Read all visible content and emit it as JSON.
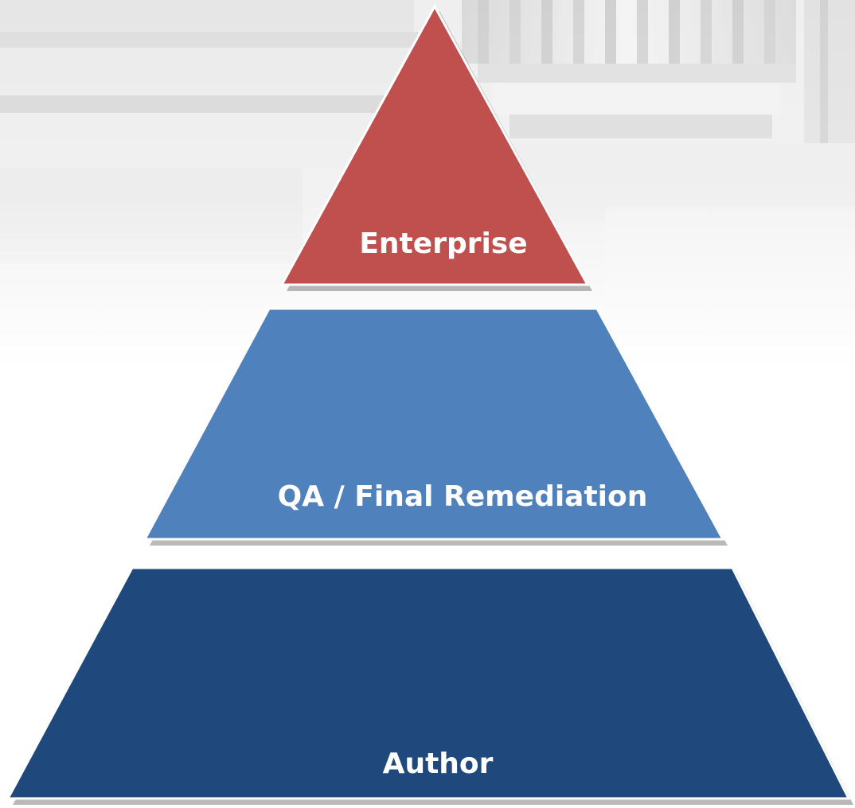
{
  "pyramid": {
    "tiers": [
      {
        "label": "Enterprise",
        "color": "#c0504d"
      },
      {
        "label": "QA / Final Remediation",
        "color": "#4f81bd"
      },
      {
        "label": "Author",
        "color": "#1f497d"
      }
    ]
  },
  "background": {
    "description_icon": "classical-columns-watermark"
  }
}
